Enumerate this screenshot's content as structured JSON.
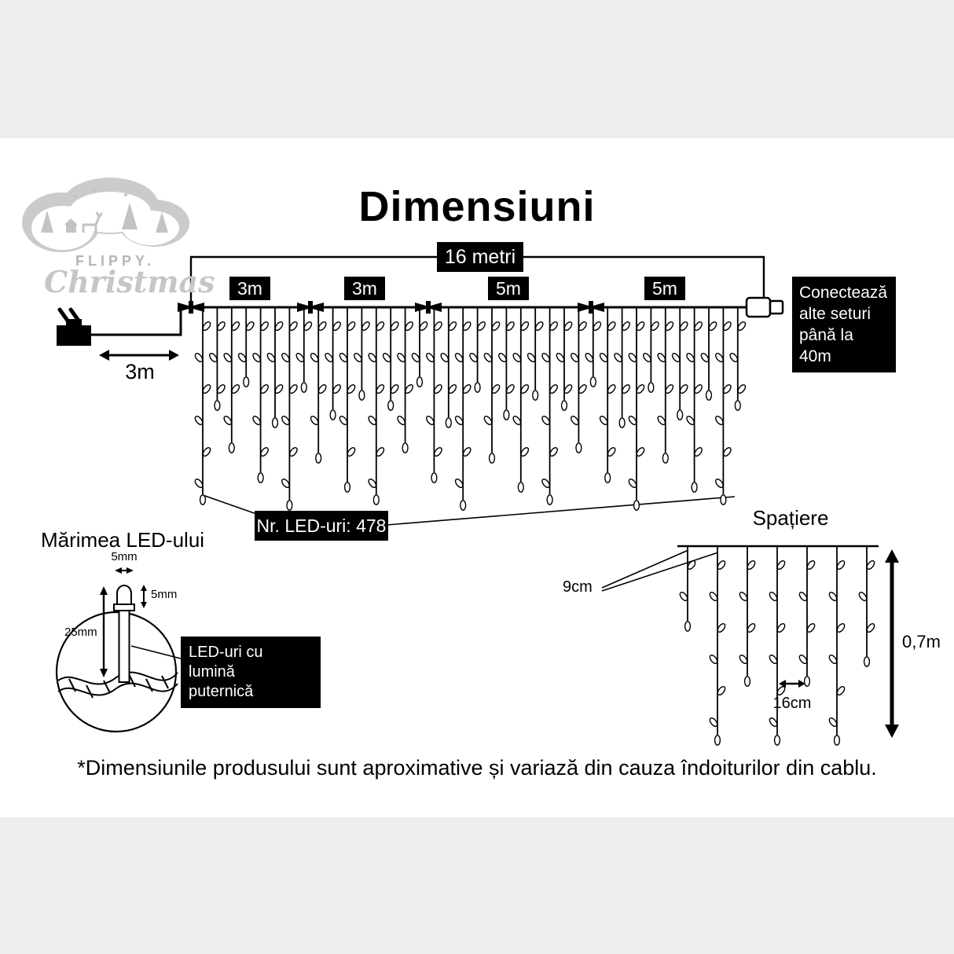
{
  "page": {
    "title": "Dimensiuni",
    "note": "*Dimensiunile produsului sunt aproximative și variază din cauza îndoiturilor din cablu."
  },
  "logo": {
    "brand": "FLIPPY.",
    "script": "Christmas"
  },
  "top_diagram": {
    "total_length": "16 metri",
    "segments": [
      "3m",
      "3m",
      "5m",
      "5m"
    ],
    "lead_length": "3m",
    "connect_box": {
      "line1": "Conectează",
      "line2": "alte seturi",
      "line3": "până la 40m"
    },
    "led_count": "Nr. LED-uri: 478"
  },
  "led_size": {
    "heading": "Mărimea LED-ului",
    "width_label": "5mm",
    "cap_label": "5mm",
    "height_label": "25mm",
    "callout_line1": "LED-uri cu lumină",
    "callout_line2": "puternică"
  },
  "spacing": {
    "heading": "Spațiere",
    "drop_spacing": "9cm",
    "bulb_spacing": "16cm",
    "drop_length": "0,7m"
  }
}
